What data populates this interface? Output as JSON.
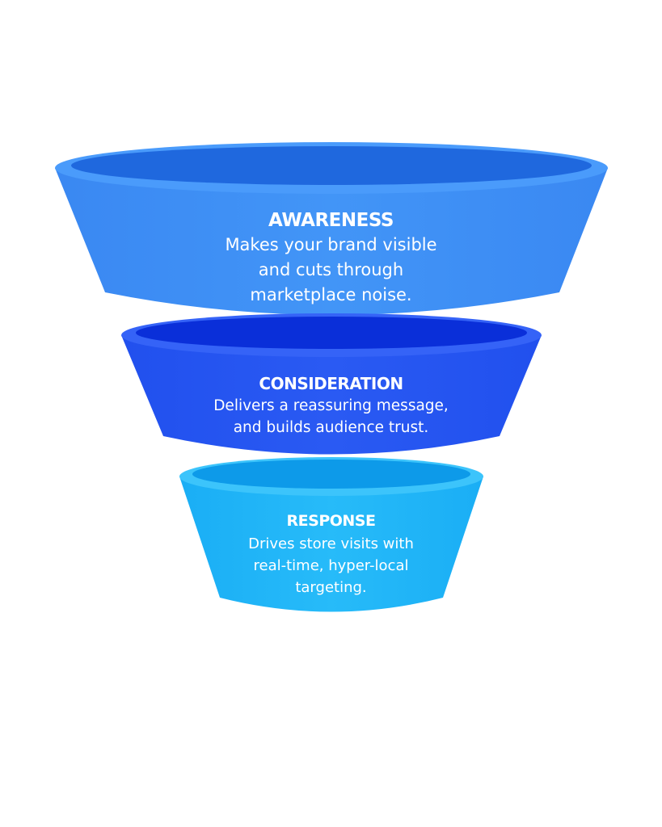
{
  "diagram": {
    "type": "funnel",
    "stages": [
      {
        "title": "AWARENESS",
        "description_lines": [
          "Makes your brand visible",
          "and cuts through",
          "marketplace noise."
        ],
        "colors": {
          "body": "#3d8ef5",
          "rim": "#4a9bfb",
          "inner": "#1f68de",
          "inner_dark": "#1458cf"
        }
      },
      {
        "title": "CONSIDERATION",
        "description_lines": [
          "Delivers a reassuring message,",
          "and builds audience trust."
        ],
        "colors": {
          "body": "#2453f0",
          "rim": "#3563f7",
          "inner": "#0a2fd9",
          "inner_dark": "#0624c4"
        }
      },
      {
        "title": "RESPONSE",
        "description_lines": [
          "Drives store visits with",
          "real-time, hyper-local",
          "targeting."
        ],
        "colors": {
          "body": "#1fb4f7",
          "rim": "#3cc4fb",
          "inner": "#0d9ae9",
          "inner_dark": "#0a8bdc"
        }
      }
    ]
  },
  "background": "#ffffff"
}
